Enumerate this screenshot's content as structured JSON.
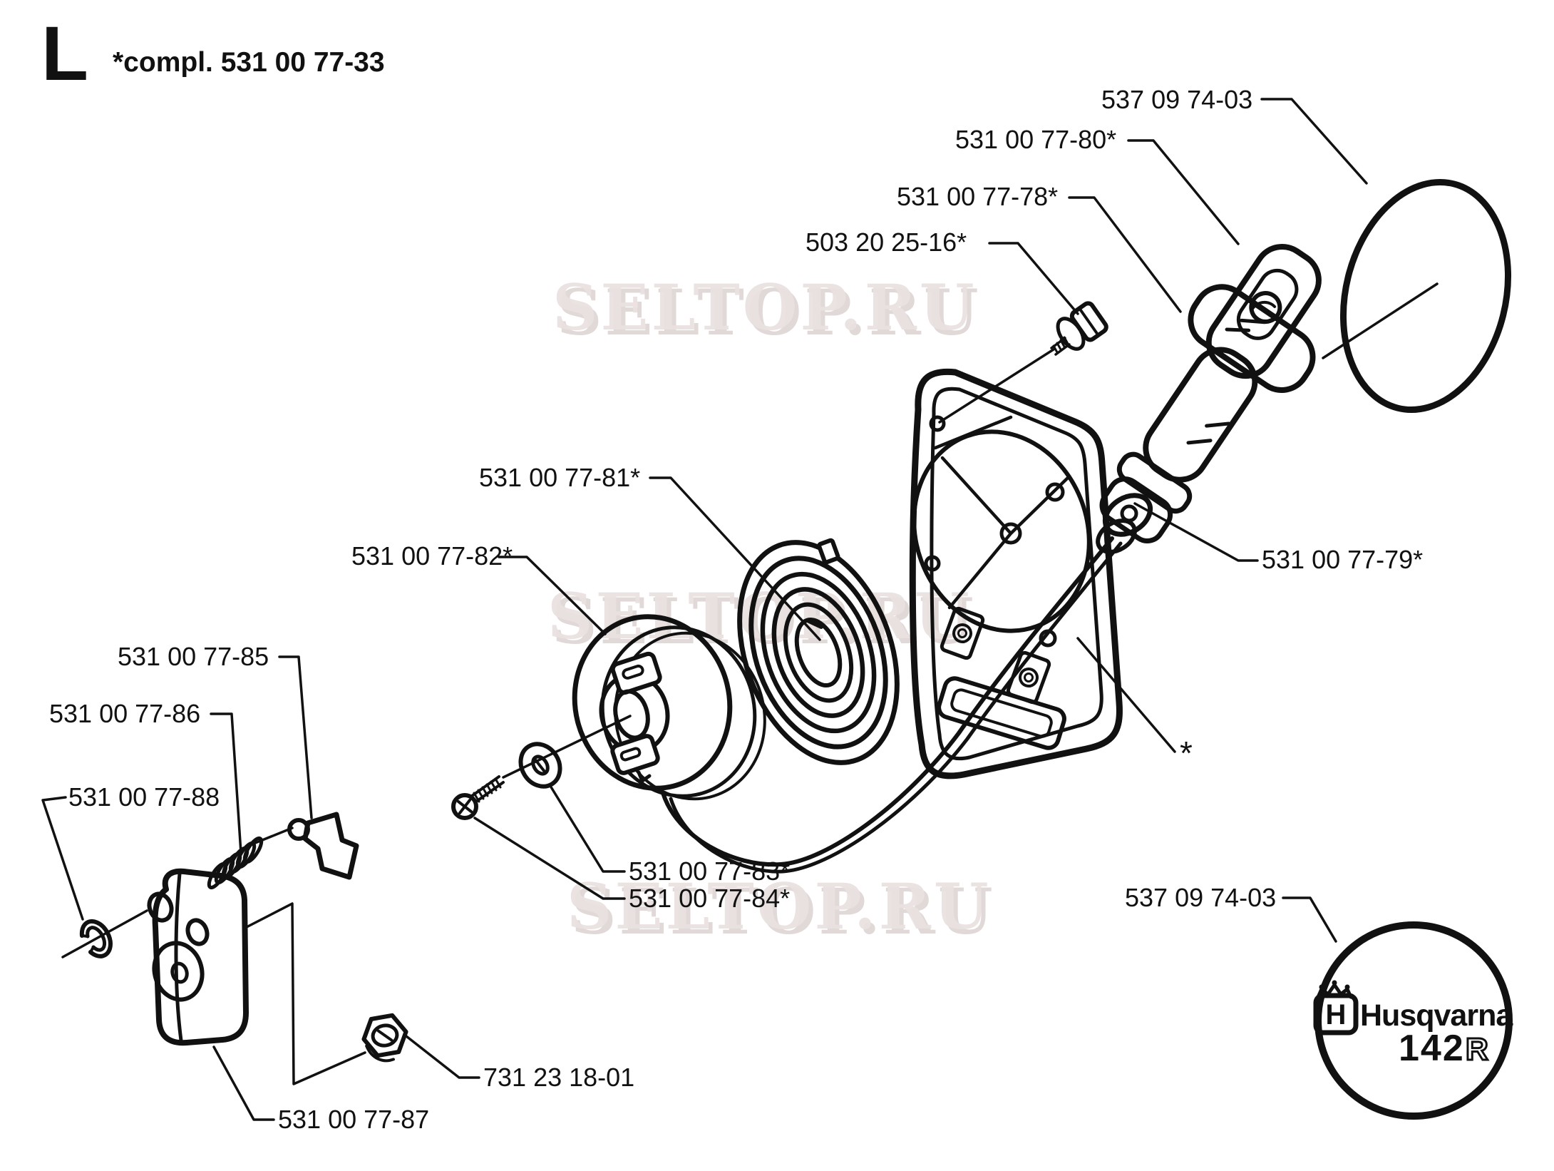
{
  "header": {
    "section_letter": "L",
    "assembly_note": "*compl. 531 00 77-33"
  },
  "watermark": {
    "text": "SELTOP.RU"
  },
  "callouts": [
    {
      "id": "decal-top",
      "label": "537 09 74-03"
    },
    {
      "id": "handle-insert",
      "label": "531 00 77-80*"
    },
    {
      "id": "starter-handle",
      "label": "531 00 77-78*"
    },
    {
      "id": "housing-screw",
      "label": "503 20 25-16*"
    },
    {
      "id": "rewind-spring",
      "label": "531 00 77-81*"
    },
    {
      "id": "rope-pulley",
      "label": "531 00 77-82*"
    },
    {
      "id": "handle-bumper",
      "label": "531 00 77-79*"
    },
    {
      "id": "pawl",
      "label": "531 00 77-85"
    },
    {
      "id": "pawl-spring",
      "label": "531 00 77-86"
    },
    {
      "id": "lock-washer",
      "label": "531 00 77-88"
    },
    {
      "id": "flat-washer",
      "label": "531 00 77-83*"
    },
    {
      "id": "pulley-screw",
      "label": "531 00 77-84*"
    },
    {
      "id": "assembly-ref",
      "label": "*"
    },
    {
      "id": "decal-bottom",
      "label": "537 09 74-03"
    },
    {
      "id": "hex-nut",
      "label": "731 23 18-01"
    },
    {
      "id": "pawl-housing",
      "label": "531 00 77-87"
    }
  ],
  "badge": {
    "brand": "Husqvarna",
    "model": "142",
    "variant": "R",
    "icon_letter": "H"
  }
}
